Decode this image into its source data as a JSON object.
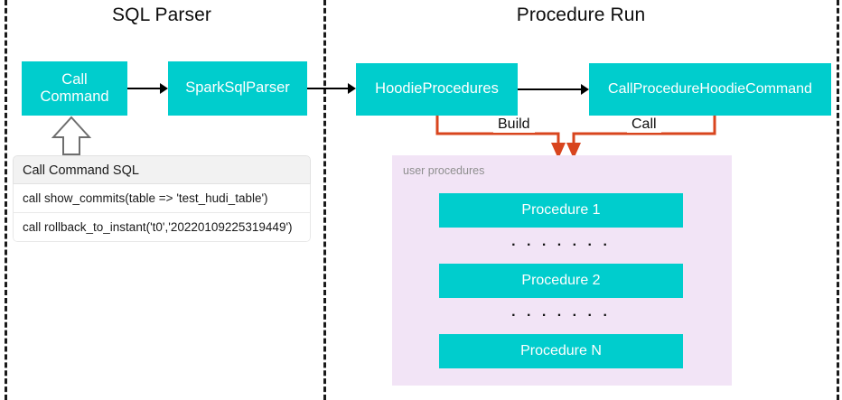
{
  "sections": {
    "left_title": "SQL Parser",
    "right_title": "Procedure Run"
  },
  "nodes": {
    "call_command": "Call Command",
    "spark_sql_parser": "SparkSqlParser",
    "hoodie_procedures": "HoodieProcedures",
    "call_procedure_hoodie_command": "CallProcedureHoodieCommand"
  },
  "edges": {
    "build_label": "Build",
    "call_label": "Call"
  },
  "sql_table": {
    "header": "Call Command SQL",
    "rows": [
      "call show_commits(table => 'test_hudi_table')",
      "call rollback_to_instant('t0','20220109225319449')"
    ]
  },
  "user_procedures": {
    "caption": "user procedures",
    "items": [
      {
        "label": "Procedure 1"
      },
      {
        "label": "Procedure 2"
      },
      {
        "label": "Procedure N"
      }
    ],
    "ellipsis": ". . . . . . ."
  },
  "colors": {
    "node_teal": "#00CDCD",
    "panel_lavender": "#F2E4F6",
    "connector_orange": "#D8451E",
    "arrow_black": "#000000",
    "divider_dash": "#1A1A1A",
    "caption_gray": "#8F8F8F"
  },
  "icons": {
    "block_arrow_up": "block-arrow-up-icon",
    "vertical_divider": "dashed-divider-icon"
  }
}
